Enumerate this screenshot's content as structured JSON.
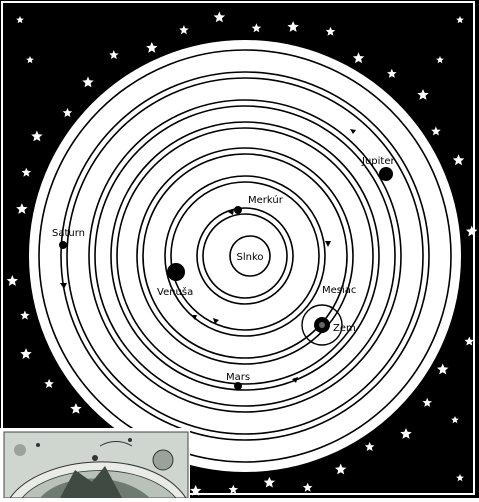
{
  "diagram": {
    "center_label": "Slnko",
    "planets": [
      {
        "key": "merkur",
        "label": "Merkúr"
      },
      {
        "key": "venusa",
        "label": "Venuša"
      },
      {
        "key": "mesiac",
        "label": "Mesiac"
      },
      {
        "key": "zem",
        "label": "Zem"
      },
      {
        "key": "mars",
        "label": "Mars"
      },
      {
        "key": "jupiter",
        "label": "Jupiter"
      },
      {
        "key": "saturn",
        "label": "Saturn"
      }
    ]
  },
  "colors": {
    "background": "#000000",
    "orbit": "#ffffff",
    "ink": "#000000",
    "inset_parchment": "#cfd6cf"
  }
}
